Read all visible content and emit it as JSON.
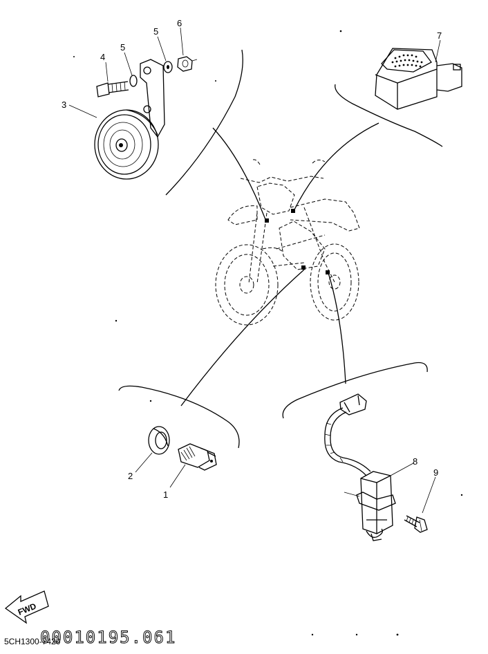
{
  "diagram": {
    "part_numbers": [
      "1",
      "2",
      "3",
      "4",
      "5",
      "5",
      "6",
      "7",
      "8",
      "9"
    ],
    "fwd_label": "FWD",
    "drawing_code": "5CH1300-7420",
    "stamp": "00010195.061"
  }
}
